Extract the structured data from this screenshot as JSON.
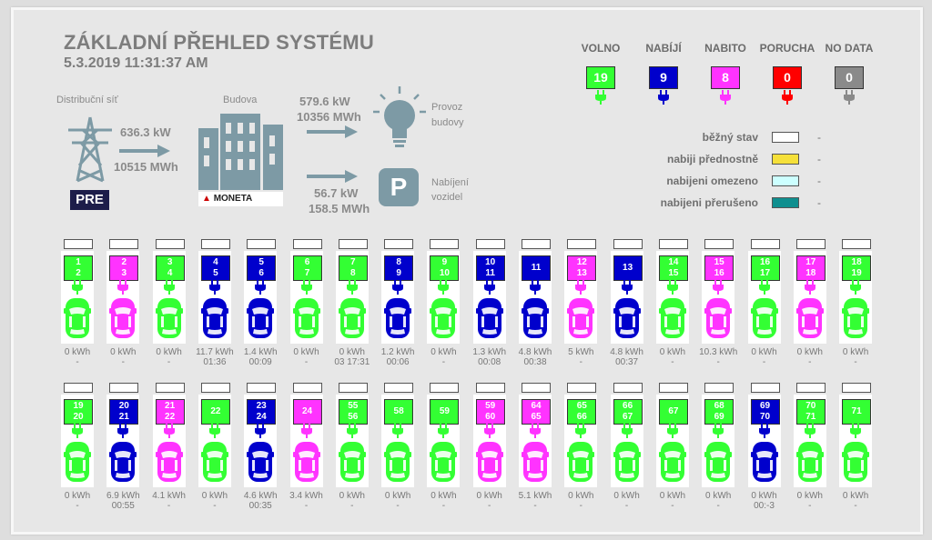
{
  "title": "ZÁKLADNÍ PŘEHLED SYSTÉMU",
  "datetime": "5.3.2019 11:31:37 AM",
  "flow": {
    "distribution_label": "Distribuční síť",
    "building_label": "Budova",
    "grid_power": "636.3 kW",
    "grid_energy": "10515 MWh",
    "grid_logo": "PRE",
    "building_logo": "MONETA",
    "building_power": "579.6 kW",
    "building_energy": "10356 MWh",
    "operation_label_1": "Provoz",
    "operation_label_2": "budovy",
    "charging_power": "56.7 kW",
    "charging_energy": "158.5 MWh",
    "charging_label_1": "Nabíjení",
    "charging_label_2": "vozidel",
    "parking_symbol": "P"
  },
  "colors": {
    "volno": "#33ff33",
    "nabiji": "#0000cc",
    "nabito": "#ff33ff",
    "porucha": "#ff0000",
    "nodata": "#8a8a8a"
  },
  "status_legend": [
    {
      "key": "volno",
      "label": "VOLNO",
      "count": "19"
    },
    {
      "key": "nabiji",
      "label": "NABÍJÍ",
      "count": "9"
    },
    {
      "key": "nabito",
      "label": "NABITO",
      "count": "8"
    },
    {
      "key": "porucha",
      "label": "PORUCHA",
      "count": "0"
    },
    {
      "key": "nodata",
      "label": "NO DATA",
      "count": "0"
    }
  ],
  "state_legend": [
    {
      "label": "běžný stav",
      "color": "#ffffff",
      "value": "-"
    },
    {
      "label": "nabiji přednostně",
      "color": "#f5e03a",
      "value": "-"
    },
    {
      "label": "nabijeni omezeno",
      "color": "#ccffff",
      "value": "-"
    },
    {
      "label": "nabijeni přerušeno",
      "color": "#0f8f8f",
      "value": "-"
    }
  ],
  "row1": [
    {
      "top": "1",
      "bottom": "2",
      "status": "volno",
      "energy": "0 kWh",
      "time": "-"
    },
    {
      "top": "2",
      "bottom": "3",
      "status": "nabito",
      "energy": "0 kWh",
      "time": "-"
    },
    {
      "top": "3",
      "bottom": "4",
      "status": "volno",
      "energy": "0 kWh",
      "time": "-"
    },
    {
      "top": "4",
      "bottom": "5",
      "status": "nabiji",
      "energy": "11.7 kWh",
      "time": "01:36"
    },
    {
      "top": "5",
      "bottom": "6",
      "status": "nabiji",
      "energy": "1.4 kWh",
      "time": "00:09"
    },
    {
      "top": "6",
      "bottom": "7",
      "status": "volno",
      "energy": "0 kWh",
      "time": "-"
    },
    {
      "top": "7",
      "bottom": "8",
      "status": "volno",
      "energy": "0 kWh",
      "time": "03 17:31"
    },
    {
      "top": "8",
      "bottom": "9",
      "status": "nabiji",
      "energy": "1.2 kWh",
      "time": "00:06"
    },
    {
      "top": "9",
      "bottom": "10",
      "status": "volno",
      "energy": "0 kWh",
      "time": "-"
    },
    {
      "top": "10",
      "bottom": "11",
      "status": "nabiji",
      "energy": "1.3 kWh",
      "time": "00:08"
    },
    {
      "top": "11",
      "bottom": "",
      "status": "nabiji",
      "energy": "4.8 kWh",
      "time": "00:38"
    },
    {
      "top": "12",
      "bottom": "13",
      "status": "nabito",
      "energy": "5 kWh",
      "time": "-"
    },
    {
      "top": "13",
      "bottom": "",
      "status": "nabiji",
      "energy": "4.8 kWh",
      "time": "00:37"
    },
    {
      "top": "14",
      "bottom": "15",
      "status": "volno",
      "energy": "0 kWh",
      "time": "-"
    },
    {
      "top": "15",
      "bottom": "16",
      "status": "nabito",
      "energy": "10.3 kWh",
      "time": "-"
    },
    {
      "top": "16",
      "bottom": "17",
      "status": "volno",
      "energy": "0 kWh",
      "time": "-"
    },
    {
      "top": "17",
      "bottom": "18",
      "status": "nabito",
      "energy": "0 kWh",
      "time": "-"
    },
    {
      "top": "18",
      "bottom": "19",
      "status": "volno",
      "energy": "0 kWh",
      "time": "-"
    }
  ],
  "row2": [
    {
      "top": "19",
      "bottom": "20",
      "status": "volno",
      "energy": "0 kWh",
      "time": "-"
    },
    {
      "top": "20",
      "bottom": "21",
      "status": "nabiji",
      "energy": "6.9 kWh",
      "time": "00:55"
    },
    {
      "top": "21",
      "bottom": "22",
      "status": "nabito",
      "energy": "4.1 kWh",
      "time": "-"
    },
    {
      "top": "22",
      "bottom": "",
      "status": "volno",
      "energy": "0 kWh",
      "time": "-"
    },
    {
      "top": "23",
      "bottom": "24",
      "status": "nabiji",
      "energy": "4.6 kWh",
      "time": "00:35"
    },
    {
      "top": "24",
      "bottom": "",
      "status": "nabito",
      "energy": "3.4 kWh",
      "time": "-"
    },
    {
      "top": "55",
      "bottom": "56",
      "status": "volno",
      "energy": "0 kWh",
      "time": "-"
    },
    {
      "top": "58",
      "bottom": "",
      "status": "volno",
      "energy": "0 kWh",
      "time": "-"
    },
    {
      "top": "59",
      "bottom": "",
      "status": "volno",
      "energy": "0 kWh",
      "time": "-"
    },
    {
      "top": "59",
      "bottom": "60",
      "status": "nabito",
      "energy": "0 kWh",
      "time": "-"
    },
    {
      "top": "64",
      "bottom": "65",
      "status": "nabito",
      "energy": "5.1 kWh",
      "time": "-"
    },
    {
      "top": "65",
      "bottom": "66",
      "status": "volno",
      "energy": "0 kWh",
      "time": "-"
    },
    {
      "top": "66",
      "bottom": "67",
      "status": "volno",
      "energy": "0 kWh",
      "time": "-"
    },
    {
      "top": "67",
      "bottom": "",
      "status": "volno",
      "energy": "0 kWh",
      "time": "-"
    },
    {
      "top": "68",
      "bottom": "69",
      "status": "volno",
      "energy": "0 kWh",
      "time": "-"
    },
    {
      "top": "69",
      "bottom": "70",
      "status": "nabiji",
      "energy": "0 kWh",
      "time": "00:-3"
    },
    {
      "top": "70",
      "bottom": "71",
      "status": "volno",
      "energy": "0 kWh",
      "time": "-"
    },
    {
      "top": "71",
      "bottom": "",
      "status": "volno",
      "energy": "0 kWh",
      "time": "-"
    }
  ]
}
